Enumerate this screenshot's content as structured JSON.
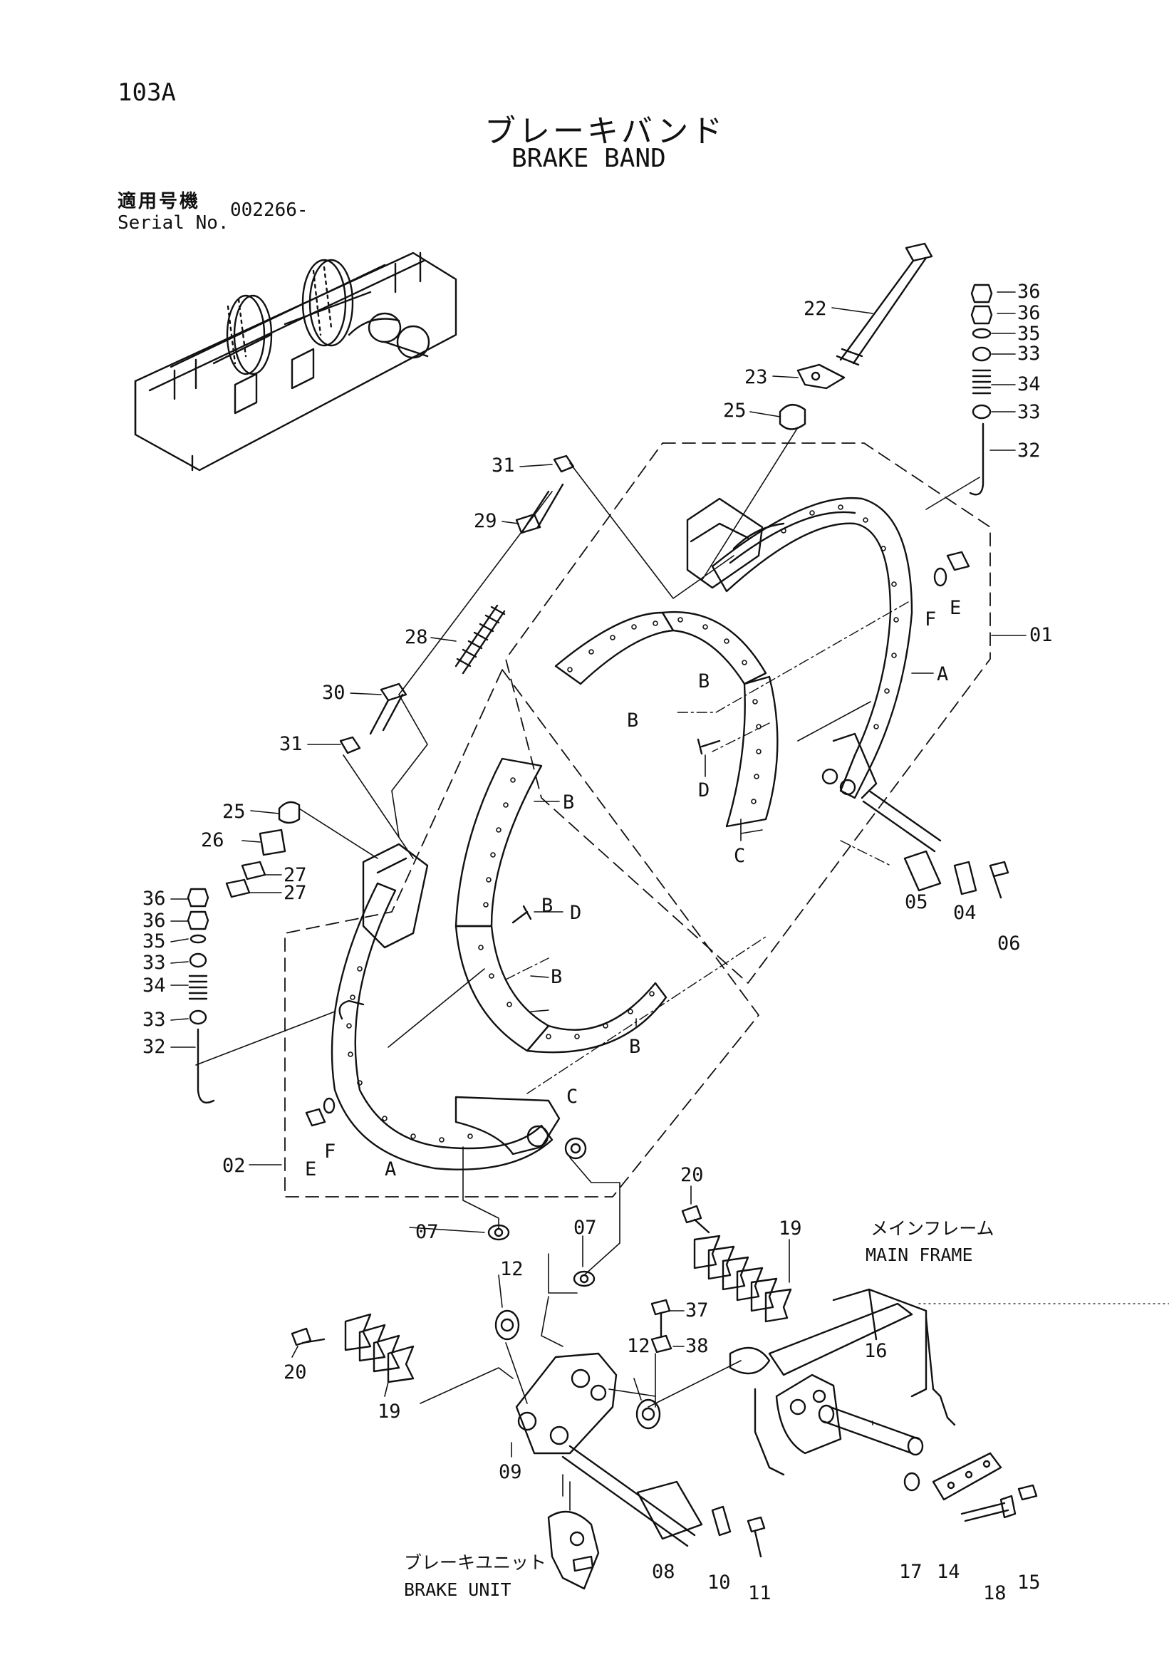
{
  "header": {
    "page_number": "103A",
    "title_jp": "ブレーキバンド",
    "title_en": "BRAKE BAND",
    "serial_label_jp": "適用号機",
    "serial_label_en": "Serial No.",
    "serial_value": "002266-"
  },
  "assemblies": {
    "main_frame_jp": "メインフレーム",
    "main_frame_en": "MAIN FRAME",
    "brake_unit_jp": "ブレーキユニット",
    "brake_unit_en": "BRAKE UNIT"
  },
  "callouts": {
    "c01": "01",
    "c02": "02",
    "c04": "04",
    "c05": "05",
    "c06": "06",
    "c07a": "07",
    "c07b": "07",
    "c08": "08",
    "c09": "09",
    "c10": "10",
    "c11": "11",
    "c12a": "12",
    "c12b": "12",
    "c14": "14",
    "c15": "15",
    "c16": "16",
    "c17": "17",
    "c18": "18",
    "c19a": "19",
    "c19b": "19",
    "c20a": "20",
    "c20b": "20",
    "c22": "22",
    "c23": "23",
    "c25a": "25",
    "c25b": "25",
    "c26": "26",
    "c27a": "27",
    "c27b": "27",
    "c28": "28",
    "c29": "29",
    "c30": "30",
    "c31a": "31",
    "c31b": "31",
    "c32a": "32",
    "c32b": "32",
    "c33a": "33",
    "c33b": "33",
    "c33c": "33",
    "c33d": "33",
    "c34a": "34",
    "c34b": "34",
    "c35a": "35",
    "c35b": "35",
    "c36a": "36",
    "c36b": "36",
    "c36c": "36",
    "c36d": "36",
    "c37": "37",
    "c38": "38",
    "lA1": "A",
    "lA2": "A",
    "lB1": "B",
    "lB2": "B",
    "lB3": "B",
    "lB4": "B",
    "lB5": "B",
    "lB6": "B",
    "lC1": "C",
    "lC2": "C",
    "lD1": "D",
    "lD2": "D",
    "lE1": "E",
    "lE2": "E",
    "lF1": "F",
    "lF2": "F"
  },
  "colors": {
    "ink": "#111111",
    "paper": "#ffffff"
  }
}
